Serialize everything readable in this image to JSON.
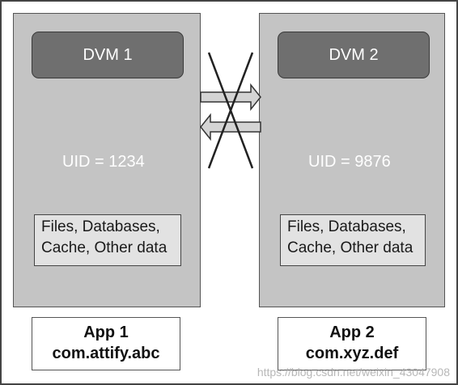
{
  "left": {
    "dvm_label": "DVM 1",
    "uid_text": "UID = 1234",
    "data_lines": [
      "Files, Databases,",
      "Cache, Other data"
    ],
    "app_name": "App 1",
    "package": "com.attify.abc"
  },
  "right": {
    "dvm_label": "DVM 2",
    "uid_text": "UID = 9876",
    "data_lines": [
      "Files, Databases,",
      "Cache, Other data"
    ],
    "app_name": "App 2",
    "package": "com.xyz.def"
  },
  "watermark": "https://blog.csdn.net/weixin_43047908",
  "colors": {
    "panel": "#c4c4c4",
    "dvm": "#6f6f6f",
    "arrow_fill": "#d4d4d4",
    "cross": "#222222"
  }
}
